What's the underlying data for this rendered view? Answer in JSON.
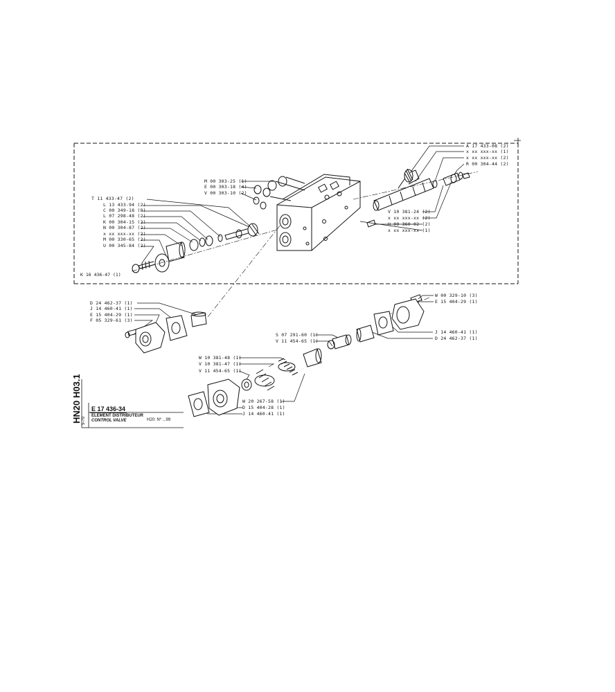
{
  "title_block": {
    "side_title": "HN20 H03.1",
    "side_sub": "5-79",
    "code": "E 17 436-34",
    "name_fr": "ELEMENT DISTRIBUTEUR",
    "name_en": "CONTROL VALVE",
    "model": "H20: Nº ...99"
  },
  "frame_code": "K 16 436-47 (1)",
  "parts_top_left": [
    "T 11 433-47 (2)",
    "L 13 433-94 (2)",
    "C 00 349-18 (8)",
    "L 07 298-48 (2)",
    "K 00 304-15 (2)",
    "N 00 304-87 (2)",
    "x xx xxx-xx (2)",
    "M 00 330-65 (2)",
    "U 00 345-84 (2)"
  ],
  "parts_top_middle": [
    "M 00 303-25 (1)",
    "E 00 303-18 (4)",
    "V 00 303-10 (2)"
  ],
  "parts_top_right_upper": [
    "A 17 433-08 (2)",
    "x xx xxx-xx (1)",
    "x xx xxx-xx (2)",
    "R 00 304-44 (2)"
  ],
  "parts_top_right_lower": [
    "V 10 381-24 (2)",
    "x xx xxx-xx (2)",
    "H 00 360-02 (2)",
    "x xx xxx-xx (1)"
  ],
  "parts_left_assembly": [
    "D 24 462-37 (1)",
    "J 14 460-41 (1)",
    "E 15 404-29 (1)",
    "F 05 329-61 (3)"
  ],
  "parts_right_assembly": [
    "W 00 329-10 (3)",
    "E 15 404-29 (1)",
    "J 14 460-41 (1)",
    "D 24 462-37 (1)"
  ],
  "parts_center": [
    "S 07 291-60 (1)",
    "V 11 454-65 (1)"
  ],
  "parts_spring_stack": [
    "W 10 381-48 (1)",
    "V 10 381-47 (1)",
    "V 11 454-65 (1)"
  ],
  "parts_bottom": [
    "W 20 267-58 (1)",
    "D 15 404-28 (1)",
    "J 14 460-41 (1)"
  ]
}
